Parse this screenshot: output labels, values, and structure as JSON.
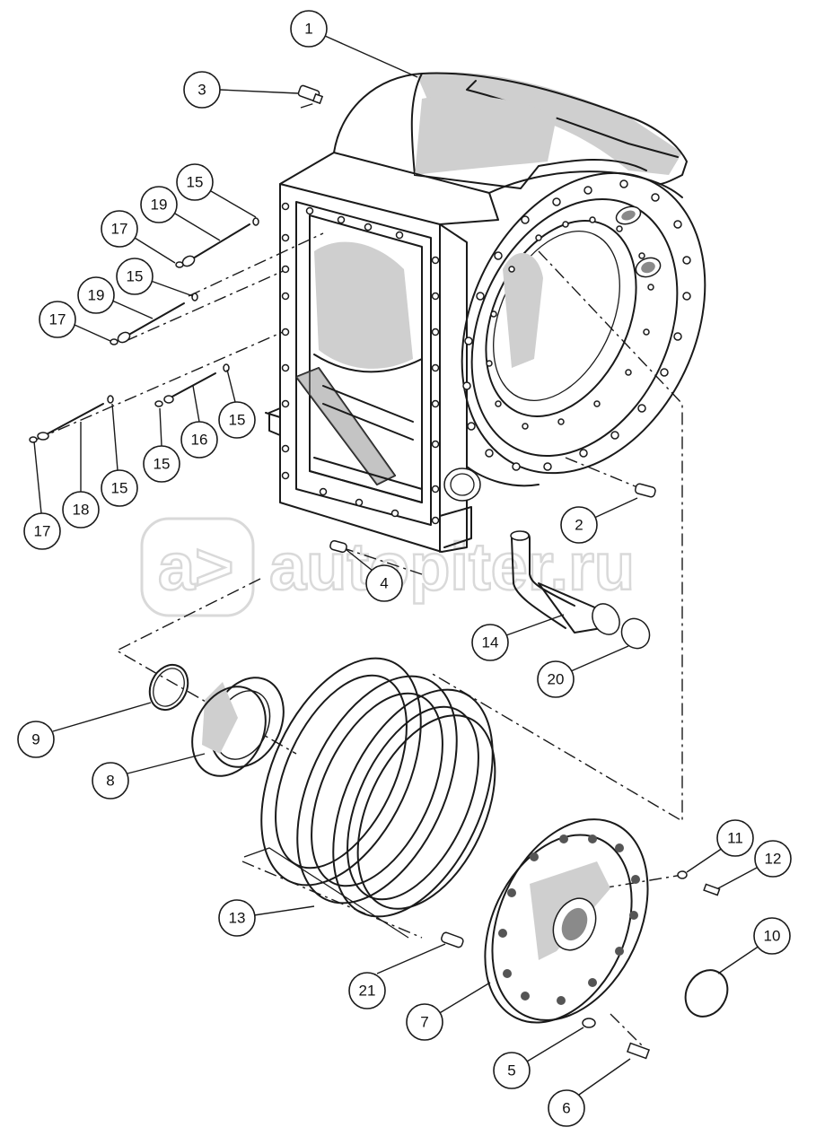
{
  "watermark": {
    "text": "autopiter.ru",
    "color": "#d9d9d9"
  },
  "callouts": [
    {
      "id": "c1",
      "label": "1"
    },
    {
      "id": "c3",
      "label": "3"
    },
    {
      "id": "c15a",
      "label": "15"
    },
    {
      "id": "c19a",
      "label": "19"
    },
    {
      "id": "c17a",
      "label": "17"
    },
    {
      "id": "c15b",
      "label": "15"
    },
    {
      "id": "c19b",
      "label": "19"
    },
    {
      "id": "c17b",
      "label": "17"
    },
    {
      "id": "c15c",
      "label": "15"
    },
    {
      "id": "c16",
      "label": "16"
    },
    {
      "id": "c15d",
      "label": "15"
    },
    {
      "id": "c18",
      "label": "18"
    },
    {
      "id": "c15e",
      "label": "15"
    },
    {
      "id": "c17c",
      "label": "17"
    },
    {
      "id": "c2",
      "label": "2"
    },
    {
      "id": "c4",
      "label": "4"
    },
    {
      "id": "c14",
      "label": "14"
    },
    {
      "id": "c20",
      "label": "20"
    },
    {
      "id": "c9",
      "label": "9"
    },
    {
      "id": "c8",
      "label": "8"
    },
    {
      "id": "c13",
      "label": "13"
    },
    {
      "id": "c11",
      "label": "11"
    },
    {
      "id": "c12",
      "label": "12"
    },
    {
      "id": "c10",
      "label": "10"
    },
    {
      "id": "c21",
      "label": "21"
    },
    {
      "id": "c7",
      "label": "7"
    },
    {
      "id": "c5",
      "label": "5"
    },
    {
      "id": "c6",
      "label": "6"
    }
  ]
}
